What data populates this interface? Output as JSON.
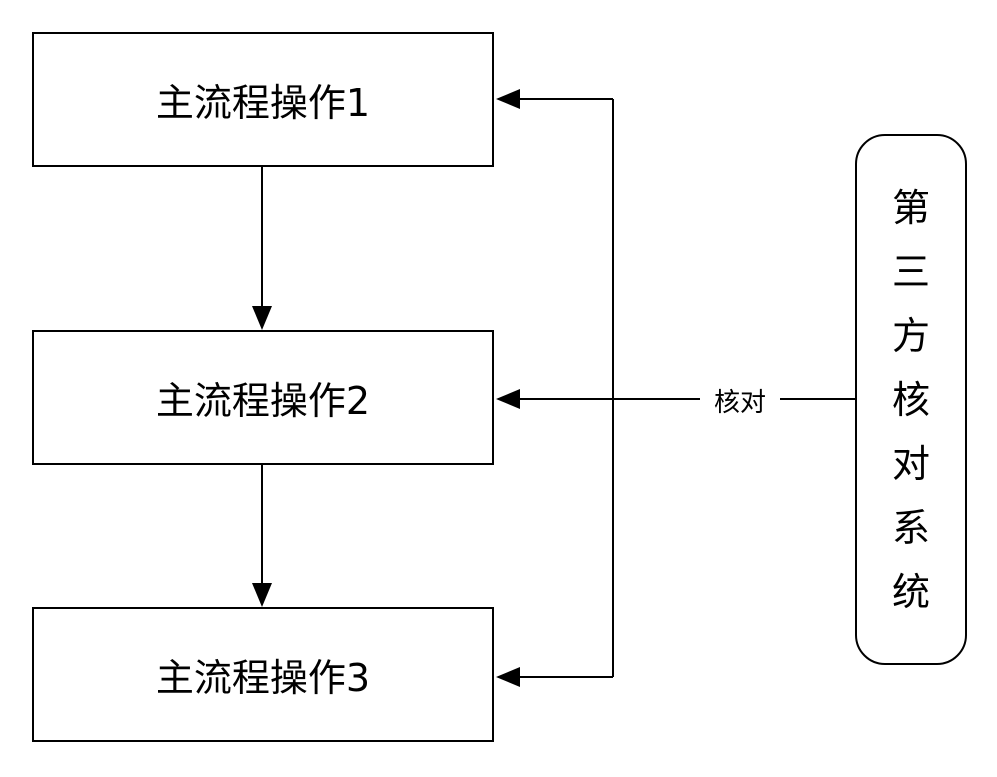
{
  "nodes": {
    "step1": "主流程操作1",
    "step2": "主流程操作2",
    "step3": "主流程操作3",
    "third_party": [
      "第",
      "三",
      "方",
      "核",
      "对",
      "系",
      "统"
    ]
  },
  "edge_label": "核对"
}
